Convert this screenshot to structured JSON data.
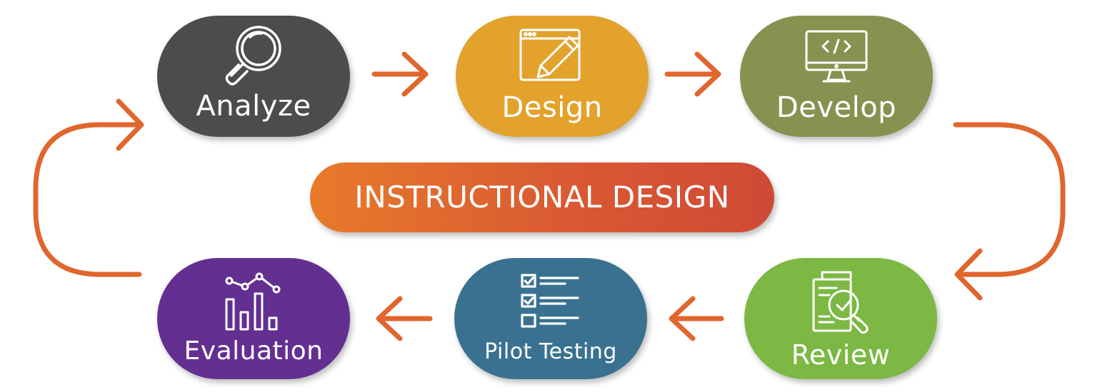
{
  "title": "INSTRUCTIONAL DESIGN",
  "colors": {
    "arrow": "#e0662e",
    "analyze": "#4c4c4a",
    "design": "#e2a22c",
    "develop": "#86924f",
    "review": "#7cb843",
    "pilot_testing": "#3a7190",
    "evaluation": "#632f90"
  },
  "stages": {
    "analyze": {
      "label": "Analyze",
      "icon": "magnifier-icon"
    },
    "design": {
      "label": "Design",
      "icon": "pencil-window-icon"
    },
    "develop": {
      "label": "Develop",
      "icon": "monitor-code-icon"
    },
    "review": {
      "label": "Review",
      "icon": "document-check-magnifier-icon"
    },
    "pilot_testing": {
      "label": "Pilot Testing",
      "icon": "checklist-icon"
    },
    "evaluation": {
      "label": "Evaluation",
      "icon": "bar-line-chart-icon"
    }
  }
}
